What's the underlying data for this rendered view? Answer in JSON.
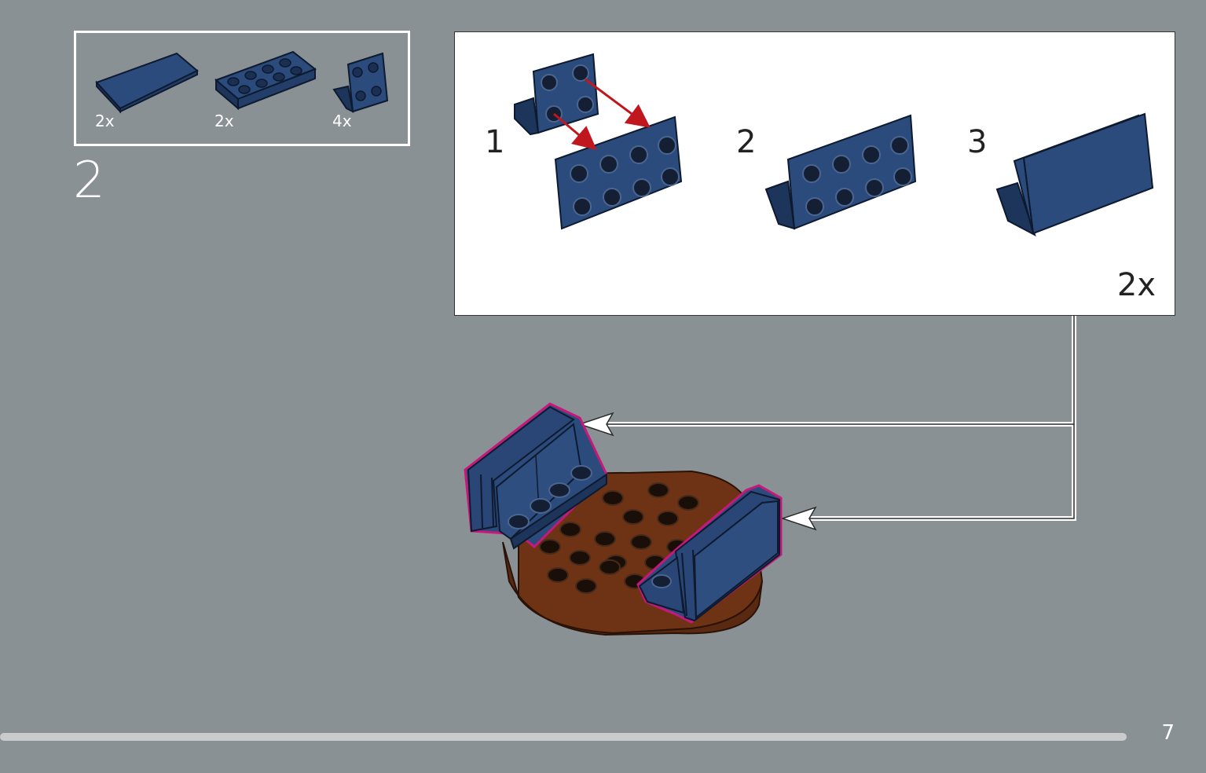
{
  "parts_list": [
    {
      "icon": "tile-2x4-icon",
      "qty": "2x"
    },
    {
      "icon": "plate-2x4-icon",
      "qty": "2x"
    },
    {
      "icon": "bracket-icon",
      "qty": "4x"
    }
  ],
  "step_number": "2",
  "sub_steps": [
    {
      "number": "1"
    },
    {
      "number": "2"
    },
    {
      "number": "3"
    }
  ],
  "sub_multiplier": "2x",
  "page_number": "7",
  "colors": {
    "background": "#8a9194",
    "brick_blue": "#2a4a7a",
    "brick_brown": "#6e3315",
    "highlight": "#c8177a",
    "arrow_red": "#c0171e"
  }
}
